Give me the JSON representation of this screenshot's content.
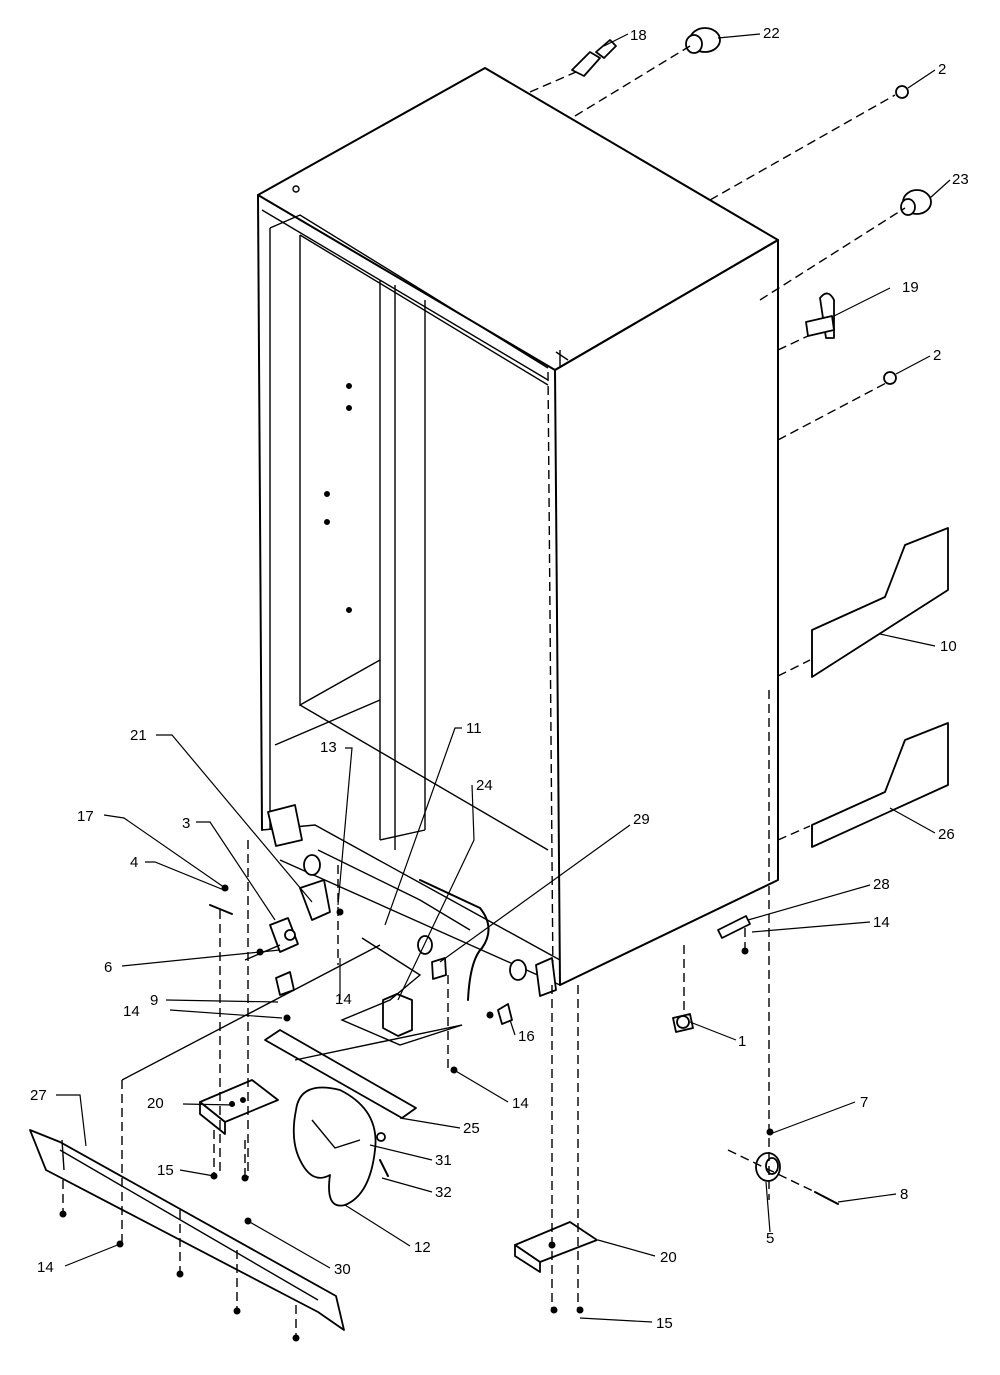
{
  "diagram": {
    "callouts": {
      "c1": "1",
      "c2a": "2",
      "c2b": "2",
      "c3": "3",
      "c4": "4",
      "c5": "5",
      "c6": "6",
      "c7": "7",
      "c8": "8",
      "c9": "9",
      "c10": "10",
      "c11": "11",
      "c12": "12",
      "c13": "13",
      "c14a": "14",
      "c14b": "14",
      "c14c": "14",
      "c14d": "14",
      "c14e": "14",
      "c15a": "15",
      "c15b": "15",
      "c16": "16",
      "c17": "17",
      "c18": "18",
      "c19": "19",
      "c20a": "20",
      "c20b": "20",
      "c21": "21",
      "c22": "22",
      "c23": "23",
      "c24": "24",
      "c25": "25",
      "c26": "26",
      "c27": "27",
      "c28": "28",
      "c29": "29",
      "c30": "30",
      "c31": "31",
      "c32": "32"
    }
  }
}
